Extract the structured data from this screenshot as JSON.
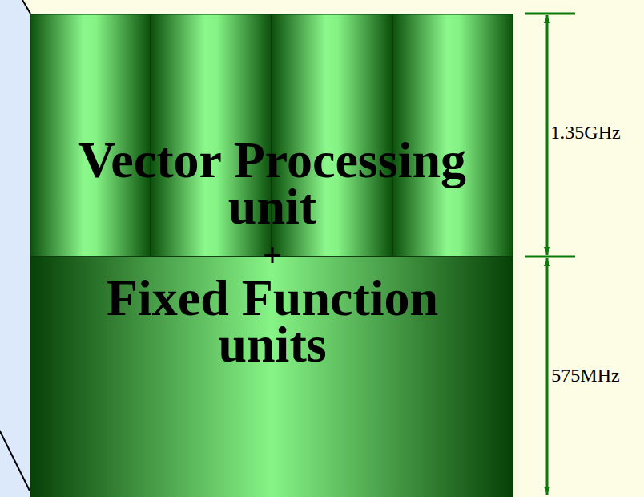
{
  "diagram": {
    "nodes": [
      {
        "text": [
          "Vector Processing unit",
          "+",
          "Fixed Function units"
        ]
      }
    ],
    "labels": [
      "1.35GHz",
      "575MHz"
    ]
  }
}
